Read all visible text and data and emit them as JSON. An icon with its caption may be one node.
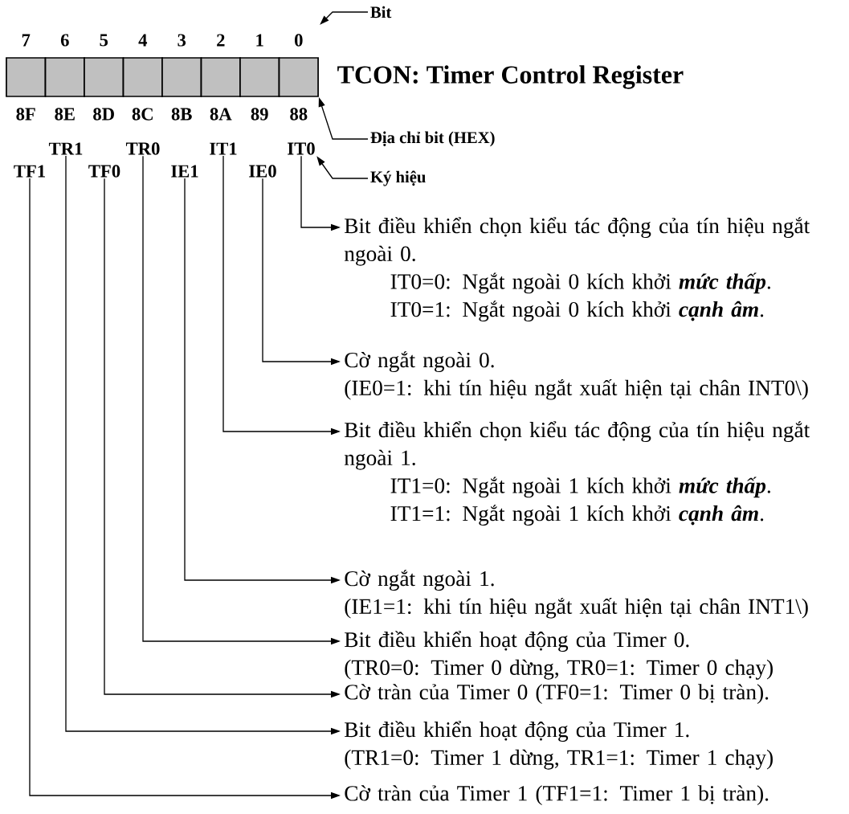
{
  "diagram": {
    "title": "TCON: Timer Control Register",
    "nodes": [
      {
        "text": [],
        "shape": "box",
        "beside": [
          "7",
          "8F"
        ]
      },
      {
        "text": [],
        "shape": "box",
        "beside": [
          "6",
          "8E"
        ]
      },
      {
        "text": [],
        "shape": "box",
        "beside": [
          "5",
          "8D"
        ]
      },
      {
        "text": [],
        "shape": "box",
        "beside": [
          "4",
          "8C"
        ]
      },
      {
        "text": [],
        "shape": "box",
        "beside": [
          "3",
          "8B"
        ]
      },
      {
        "text": [],
        "shape": "box",
        "beside": [
          "2",
          "8A"
        ]
      },
      {
        "text": [],
        "shape": "box",
        "beside": [
          "1",
          "89"
        ]
      },
      {
        "text": [],
        "shape": "box",
        "beside": [
          "0",
          "88"
        ]
      },
      {
        "text": [
          "TF1"
        ]
      },
      {
        "text": [
          "TR1"
        ]
      },
      {
        "text": [
          "TF0"
        ]
      },
      {
        "text": [
          "TR0"
        ]
      },
      {
        "text": [
          "IE1"
        ]
      },
      {
        "text": [
          "IT1"
        ]
      },
      {
        "text": [
          "IE0"
        ]
      },
      {
        "text": [
          "IT0"
        ]
      },
      {
        "text": [
          "Bit điều khiển chọn kiểu tác động của tín hiệu ngắt ngoài 0.",
          "IT0=0: Ngắt ngoài 0 kích khởi *mức thấp*.",
          "IT0=1: Ngắt ngoài 0 kích khởi *cạnh âm*."
        ]
      },
      {
        "text": [
          "Cờ ngắt ngoài 0.",
          "(IE0=1: khi tín hiệu ngắt xuất hiện tại chân INT0\\)"
        ]
      },
      {
        "text": [
          "Bit điều khiển chọn kiểu tác động của tín hiệu ngắt ngoài 1.",
          "IT1=0: Ngắt ngoài 1 kích khởi *mức thấp*.",
          "IT1=1: Ngắt ngoài 1 kích khởi *cạnh âm*."
        ]
      },
      {
        "text": [
          "Cờ ngắt ngoài 1.",
          "(IE1=1: khi tín hiệu ngắt xuất hiện tại chân INT1\\)"
        ]
      },
      {
        "text": [
          "Bit điều khiển hoạt động của Timer 0.",
          "(TR0=0: Timer 0 dừng, TR0=1: Timer 0 chạy)"
        ]
      },
      {
        "text": [
          "Cờ tràn của Timer 0 (TF0=1: Timer 0 bị tràn)."
        ]
      },
      {
        "text": [
          "Bit điều khiển hoạt động của Timer 1.",
          "(TR1=0: Timer 1 dừng, TR1=1: Timer 1 chạy)"
        ]
      },
      {
        "text": [
          "Cờ tràn của Timer 1 (TF1=1: Timer 1 bị tràn)."
        ]
      },
      {
        "text": [
          "Bit"
        ]
      },
      {
        "text": [
          "Địa chỉ bit (HEX)"
        ]
      },
      {
        "text": [
          "Ký hiệu"
        ]
      }
    ],
    "edges": [
      {
        "from": 15,
        "to": 16,
        "arrow": "to"
      },
      {
        "from": 14,
        "to": 17,
        "arrow": "to"
      },
      {
        "from": 13,
        "to": 18,
        "arrow": "to"
      },
      {
        "from": 12,
        "to": 19,
        "arrow": "to"
      },
      {
        "from": 11,
        "to": 20,
        "arrow": "to"
      },
      {
        "from": 10,
        "to": 21,
        "arrow": "to"
      },
      {
        "from": 9,
        "to": 22,
        "arrow": "to"
      },
      {
        "from": 8,
        "to": 23,
        "arrow": "to"
      },
      {
        "from": 24,
        "to": null,
        "arrow": "to"
      },
      {
        "from": 25,
        "to": 7,
        "arrow": "to"
      },
      {
        "from": 26,
        "to": 15,
        "arrow": "to"
      }
    ]
  }
}
